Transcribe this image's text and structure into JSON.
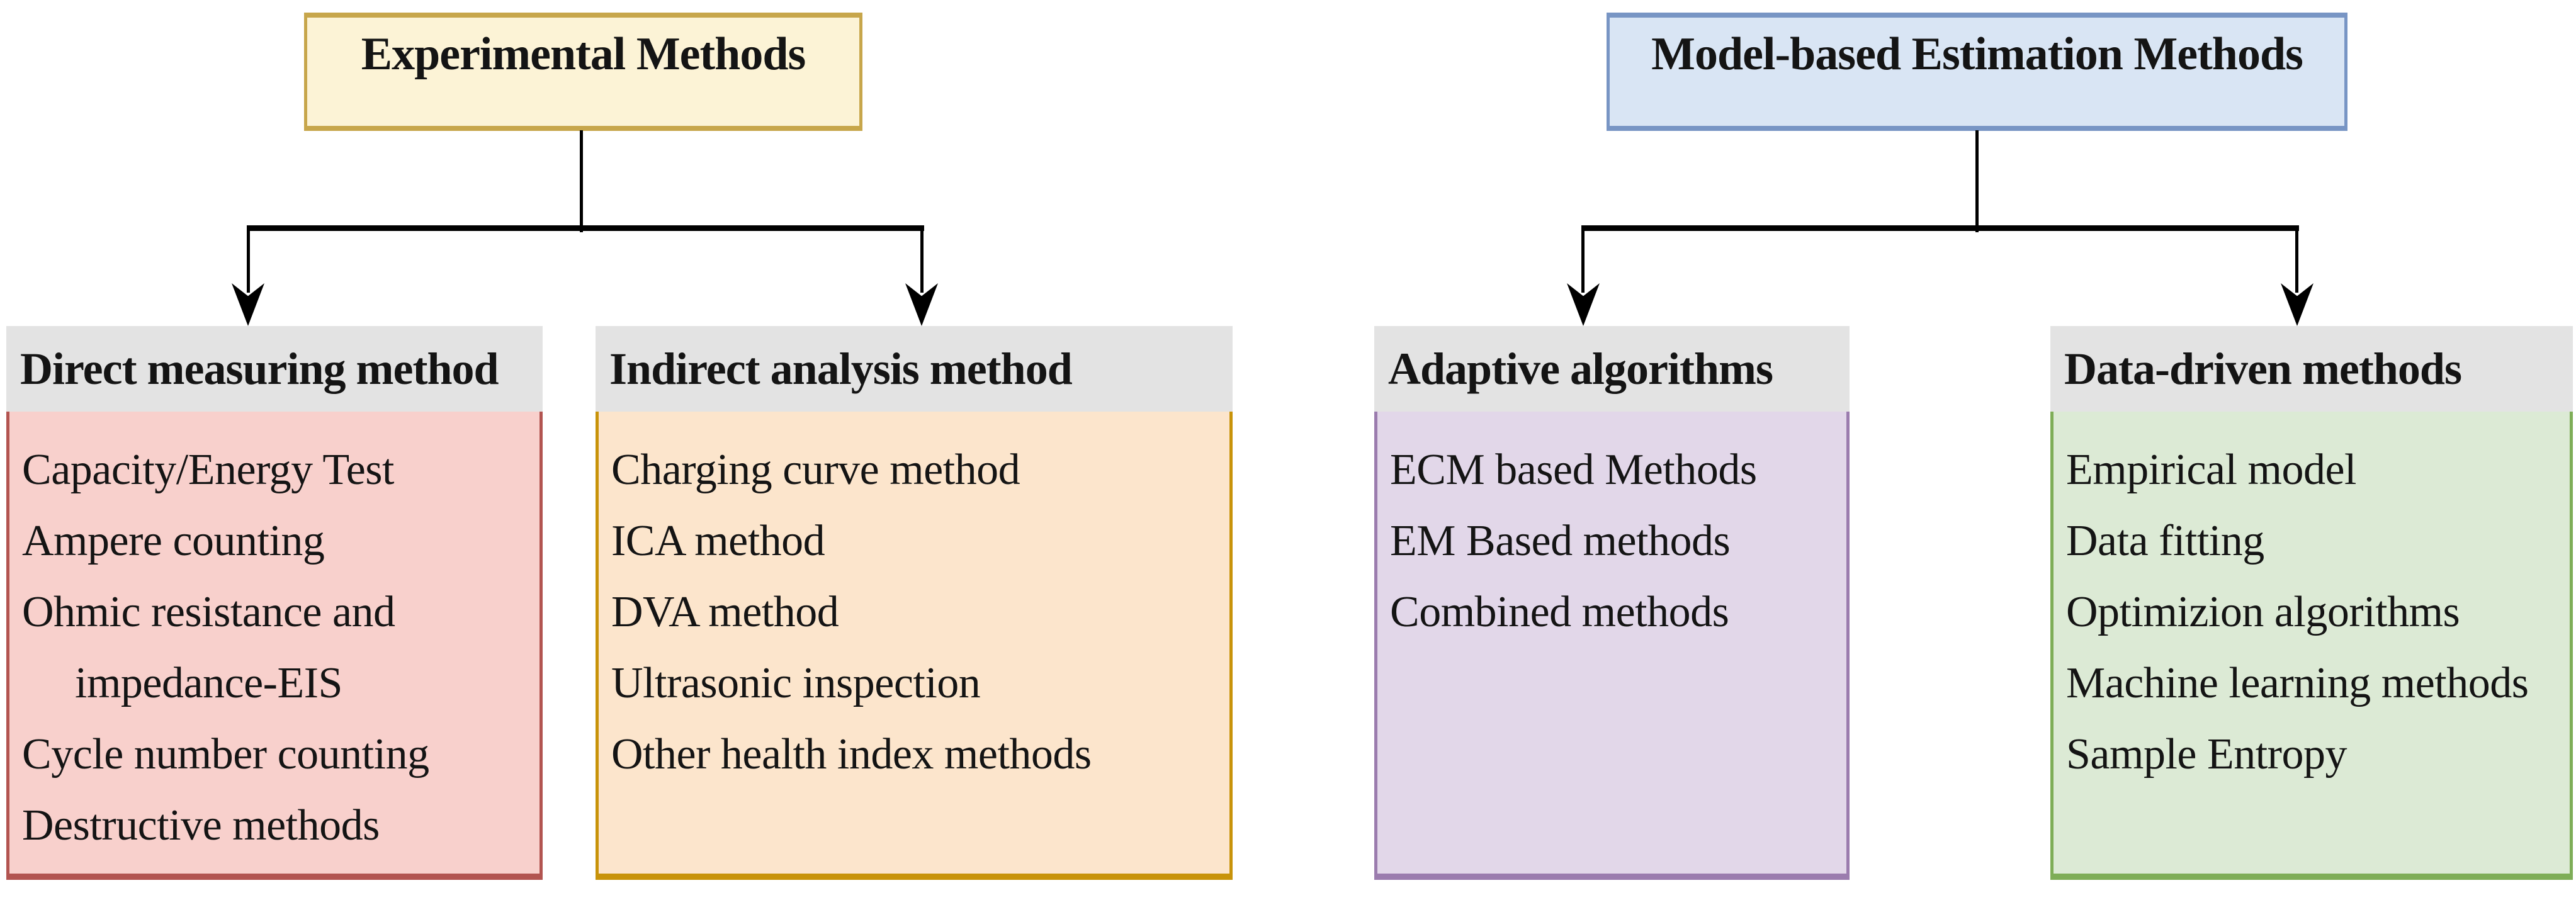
{
  "colors": {
    "page-bg": "#ffffff",
    "text": "#141414",
    "line": "#000000",
    "header-bg": "#e3e3e3",
    "exp-fill": "#fcf3d6",
    "exp-stroke": "#c7a64b",
    "model-fill": "#d9e5f4",
    "model-stroke": "#7895c4",
    "direct-fill": "#f8d0cc",
    "direct-stroke": "#b25450",
    "indirect-fill": "#fce5cc",
    "indirect-stroke": "#c8930a",
    "adaptive-fill": "#e2d7e9",
    "adaptive-stroke": "#9b7cae",
    "datadriven-fill": "#dcead5",
    "datadriven-stroke": "#7ead57"
  },
  "trees": [
    {
      "root": "Experimental Methods",
      "children": [
        {
          "title": "Direct measuring method",
          "items": [
            "Capacity/Energy Test",
            "Ampere counting",
            "Ohmic resistance and",
            "impedance-EIS",
            "Cycle number counting",
            "Destructive methods"
          ]
        },
        {
          "title": "Indirect analysis method",
          "items": [
            "Charging curve method",
            "ICA method",
            "DVA method",
            "Ultrasonic inspection",
            "Other health index methods"
          ]
        }
      ]
    },
    {
      "root": "Model-based Estimation Methods",
      "children": [
        {
          "title": "Adaptive algorithms",
          "items": [
            "ECM based Methods",
            "EM Based methods",
            "Combined methods"
          ]
        },
        {
          "title": "Data-driven methods",
          "items": [
            "Empirical model",
            "Data fitting",
            "Optimizion algorithms",
            "Machine learning methods",
            "Sample Entropy"
          ]
        }
      ]
    }
  ]
}
